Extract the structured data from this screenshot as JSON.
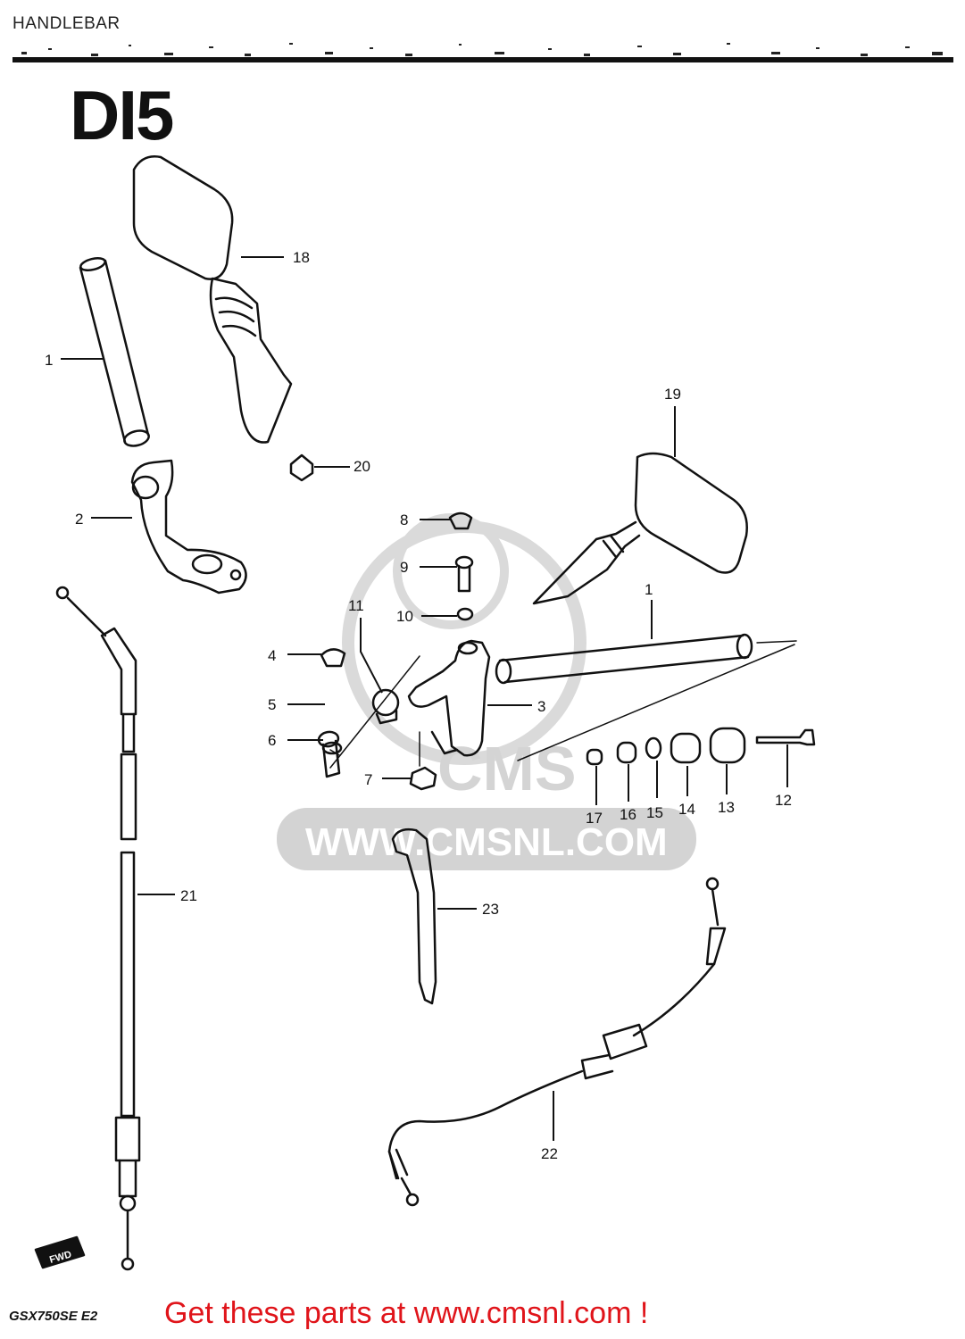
{
  "header": {
    "title": "HANDLEBAR"
  },
  "diagram": {
    "code": "DI5",
    "callouts": [
      "1",
      "2",
      "3",
      "4",
      "5",
      "6",
      "7",
      "8",
      "9",
      "10",
      "11",
      "12",
      "13",
      "14",
      "15",
      "16",
      "17",
      "18",
      "19",
      "20",
      "21",
      "22",
      "23",
      "1"
    ],
    "watermark": {
      "text": "WWW.CMSNL.COM",
      "logo": "CMS"
    },
    "fwd_badge": "FWD"
  },
  "footer": {
    "model": "GSX750SE E2",
    "link_text": "Get these parts at www.cmsnl.com !"
  },
  "colors": {
    "link": "#e0141a",
    "ink": "#111111",
    "watermark": "#cfcfcf"
  }
}
